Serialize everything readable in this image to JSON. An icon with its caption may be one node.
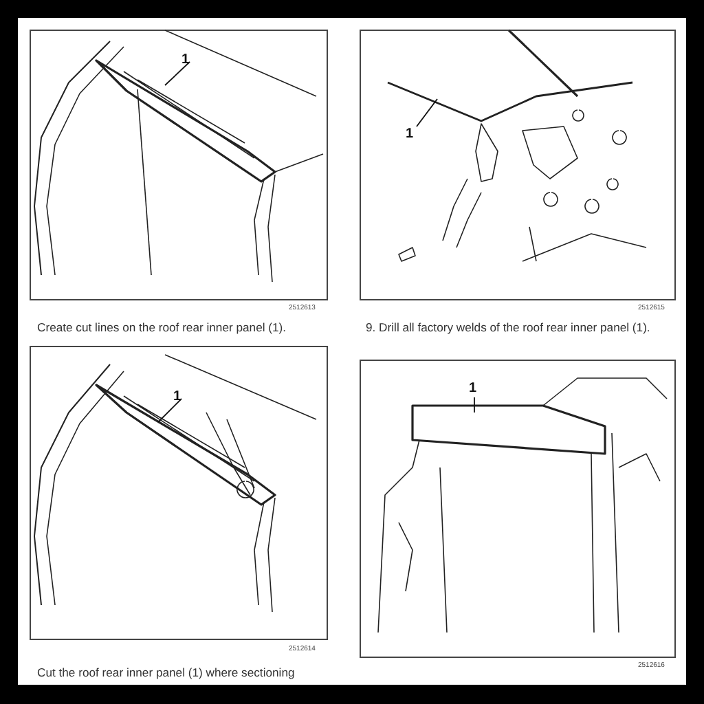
{
  "diagram": {
    "nodes": [
      {
        "text": [
          "1"
        ]
      },
      {
        "text": [
          "1"
        ]
      },
      {
        "text": [
          "1"
        ]
      },
      {
        "text": [
          "1"
        ]
      }
    ],
    "edges": [
      {
        "from": 0,
        "to": null,
        "arrow": "none"
      },
      {
        "from": 1,
        "to": null,
        "arrow": "none"
      },
      {
        "from": 2,
        "to": null,
        "arrow": "none"
      },
      {
        "from": 3,
        "to": null,
        "arrow": "none"
      }
    ],
    "labels": [
      "2512613",
      "2512615",
      "Create cut lines on the roof rear inner panel (1).",
      "9. Drill all factory welds of the roof rear inner panel (1).",
      "2512614",
      "2512616",
      "Cut the roof rear inner panel (1) where sectioning"
    ]
  }
}
